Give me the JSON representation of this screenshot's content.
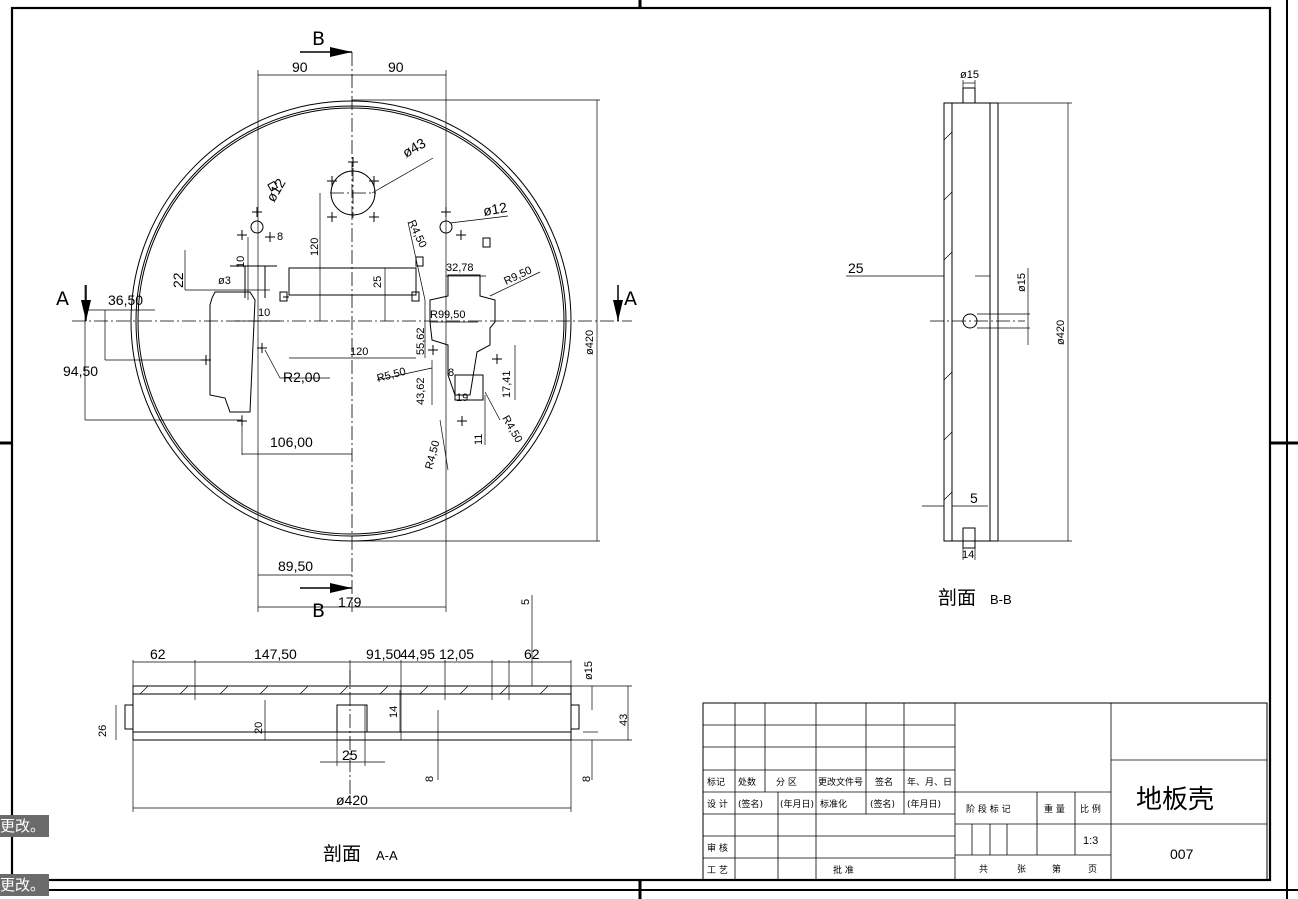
{
  "sheet": {
    "part_name": "地板壳",
    "drawing_number": "007",
    "scale": "1:3"
  },
  "title_block": {
    "rev_headers": [
      "标记",
      "处数",
      "分 区",
      "更改文件号",
      "签名",
      "年、月、日"
    ],
    "design_row": [
      "设 计",
      "(签名)",
      "(年月日)",
      "标准化",
      "(签名)",
      "(年月日)"
    ],
    "review": "审 核",
    "process": "工 艺",
    "approve": "批 准",
    "stage_headers": [
      "阶 段 标 记",
      "重 量",
      "比 例"
    ],
    "sheet_count": [
      "共",
      "张",
      "第",
      "页"
    ]
  },
  "section_labels": {
    "aa_word": "剖面",
    "aa_code": "A-A",
    "bb_word": "剖面",
    "bb_code": "B-B"
  },
  "view_markers": {
    "b_top": "B",
    "b_bottom": "B",
    "a_left": "A",
    "a_right": "A"
  },
  "plan_view_dims": {
    "d90_left": "90",
    "d90_right": "90",
    "d43": "ø43",
    "d12_left": "ø12",
    "d12_right": "ø12",
    "d8": "8",
    "d10": "10",
    "d120v": "120",
    "d22": "22",
    "d3": "ø3",
    "d25": "25",
    "d3650": "36,50",
    "d10b": "10",
    "d120h": "120",
    "d9450": "94,50",
    "r200": "R2,00",
    "d10600": "106,00",
    "r450_top": "R4,50",
    "d3278": "32,78",
    "r950": "R9,50",
    "r9950": "R99,50",
    "d5562": "55,62",
    "r550": "R5,50",
    "d8b": "8",
    "d4362": "43,62",
    "d19": "19",
    "d1741": "17,41",
    "r450_right": "R4,50",
    "d11": "11",
    "r450_bottom": "R4,50",
    "d420": "ø420",
    "d8950": "89,50",
    "d179": "179"
  },
  "section_bb_dims": {
    "d15_top": "ø15",
    "d25": "25",
    "d15_mid": "ø15",
    "d420": "ø420",
    "d5": "5",
    "d14": "14"
  },
  "section_aa_dims": {
    "d5": "5",
    "d62_left": "62",
    "d14750": "147,50",
    "d9150": "91,50",
    "d4495": "44,95",
    "d1205": "12,05",
    "d62_right": "62",
    "d15": "ø15",
    "d26": "26",
    "d20": "20",
    "d14": "14",
    "d43": "43",
    "d25": "25",
    "d8_mid": "8",
    "d8_right": "8",
    "d420": "ø420"
  },
  "overlay_notes": [
    "更改。",
    "更改。"
  ]
}
